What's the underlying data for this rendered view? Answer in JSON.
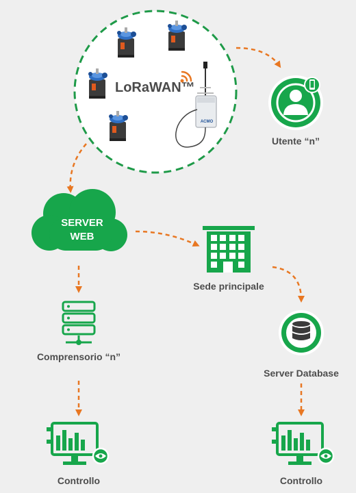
{
  "lorawan": {
    "label": "LoRaWAN™"
  },
  "device": {
    "brand": "ACMO"
  },
  "user": {
    "label": "Utente “n”"
  },
  "server_web": {
    "line1": "SERVER",
    "line2": "WEB"
  },
  "headquarters": {
    "label": "Sede principale"
  },
  "district": {
    "label": "Comprensorio “n”"
  },
  "database": {
    "label": "Server Database"
  },
  "control_left": {
    "label": "Controllo"
  },
  "control_right": {
    "label": "Controllo"
  },
  "colors": {
    "green": "#17a64b",
    "dark_green": "#0f8a3c",
    "orange": "#e87722",
    "background": "#efefef"
  }
}
